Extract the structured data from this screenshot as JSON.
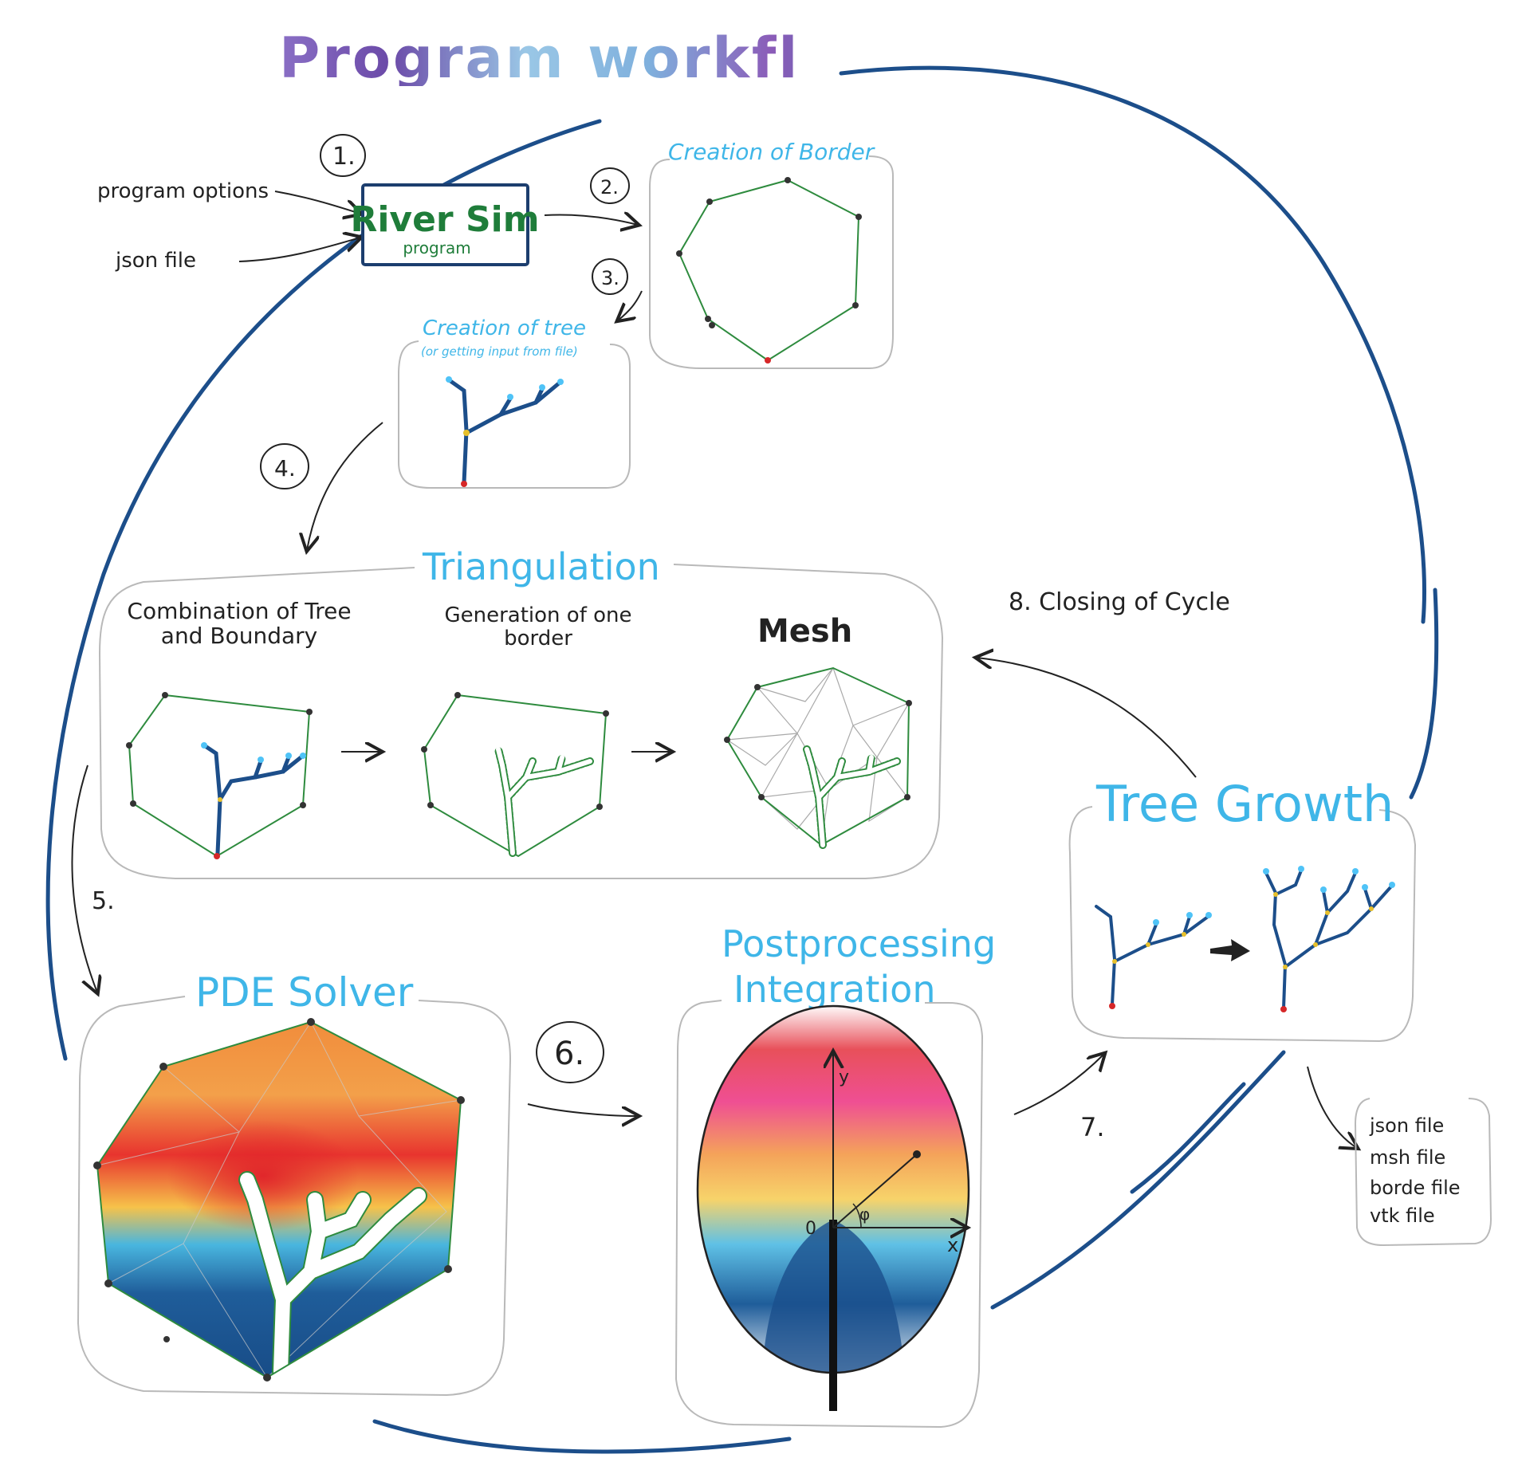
{
  "title": "Program workflow",
  "program_box": {
    "main": "River Sim",
    "sub": "program"
  },
  "inputs": {
    "options": "program options",
    "json": "json file"
  },
  "steps": {
    "s1": "1.",
    "s2": "2.",
    "s3": "3.",
    "s4": "4.",
    "s5": "5.",
    "s6": "6.",
    "s7": "7.",
    "s8": "8. Closing of Cycle"
  },
  "border_panel": {
    "title": "Creation of Border"
  },
  "tree_panel": {
    "title": "Creation of tree",
    "subtitle": "(or getting input from file)"
  },
  "triangulation": {
    "title": "Triangulation",
    "sub1": "Combination of Tree and Boundary",
    "sub2": "Generation of one border",
    "sub3": "Mesh"
  },
  "pde": {
    "title": "PDE Solver"
  },
  "post": {
    "title1": "Postprocessing",
    "title2": "Integration",
    "axis_y": "y",
    "axis_x": "x",
    "origin": "0",
    "angle": "φ"
  },
  "growth": {
    "title": "Tree Growth"
  },
  "outputs": [
    "json file",
    "msh file",
    "borde file",
    "vtk file"
  ],
  "colors": {
    "cycle_arrow": "#1c4e8a",
    "river_green": "#1f7d3a",
    "heading_blue": "#3fb6e8",
    "tree_blue": "#1c4e8a",
    "border_green": "#2e8b3e",
    "source_red": "#d62728",
    "junction_yellow": "#e7c02c",
    "tip_cyan": "#4fc3f7"
  }
}
